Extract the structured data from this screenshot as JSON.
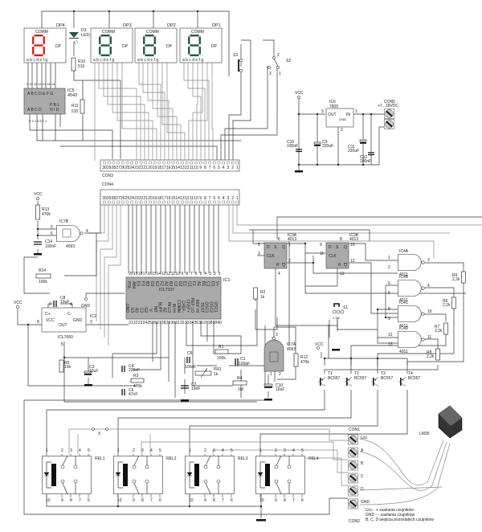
{
  "displays": [
    {
      "id": "DP4",
      "comm": "COMM",
      "dp": "DP",
      "segs": "a b c d e f g",
      "color": "#d42020"
    },
    {
      "id": "DP3",
      "comm": "COMM",
      "dp": "DP",
      "segs": "a b c d e f g",
      "color": "#1e5a3c"
    },
    {
      "id": "DP2",
      "comm": "COMM",
      "dp": "DP",
      "segs": "a b c d e f g",
      "color": "#1e5a3c"
    },
    {
      "id": "DP1",
      "comm": "COMM",
      "dp": "DP",
      "segs": "a b c d e f g",
      "color": "#1e5a3c"
    }
  ],
  "led": {
    "id": "D1",
    "type": "LED"
  },
  "ic5": {
    "id": "IC5",
    "type": "4543",
    "outputs": "A B C D E F G",
    "inputs": "A B C D",
    "ctrl_top": "P B L",
    "ctrl_bottom": "H I D",
    "pins_top": "9 10 11 12 13 15 14",
    "pins_bottom": "5 3 2 4   6 7 1"
  },
  "r10": {
    "id": "R10",
    "value": "510"
  },
  "r11": {
    "id": "R11",
    "value": "510"
  },
  "s3": {
    "id": "S3"
  },
  "s2": {
    "id": "S2",
    "pins": [
      "2",
      "3",
      "1"
    ]
  },
  "con3": {
    "id": "CON3",
    "pins": [
      "30",
      "29",
      "28",
      "27",
      "26",
      "25",
      "24",
      "23",
      "22",
      "21",
      "20",
      "19",
      "18",
      "17",
      "16",
      "15",
      "14",
      "13",
      "12",
      "11",
      "10",
      "9",
      "8",
      "7",
      "6",
      "5",
      "4",
      "3",
      "2",
      "1"
    ]
  },
  "con4": {
    "id": "CON4",
    "pins": [
      "30",
      "29",
      "28",
      "27",
      "26",
      "25",
      "24",
      "23",
      "22",
      "21",
      "20",
      "19",
      "18",
      "17",
      "16",
      "15",
      "14",
      "13",
      "12",
      "11",
      "10",
      "9",
      "8",
      "7",
      "6",
      "5",
      "4",
      "3",
      "2",
      "1"
    ]
  },
  "regulator": {
    "vcc": "VCC",
    "id": "IC6",
    "type": "7805",
    "out": "OUT",
    "in": "IN",
    "gnd": "GND",
    "pin_out": "3",
    "pin_in": "1",
    "pin_gnd": "2",
    "c15": {
      "id": "C15",
      "value": "100nF"
    },
    "c9": {
      "id": "C9",
      "value": "220uF"
    },
    "c11": {
      "id": "C11",
      "value": "220uF"
    },
    "c12": {
      "id": "C12",
      "value": "100nF"
    },
    "con5": {
      "id": "CON5",
      "label": "+7...18VDC"
    }
  },
  "osc": {
    "vcc": "VCC",
    "r13": {
      "id": "R13",
      "value": "470k"
    },
    "ic7b": {
      "id": "IC7B",
      "type": "4093",
      "pins": [
        "5",
        "6",
        "4"
      ]
    },
    "c14": {
      "id": "C14",
      "value": "100nF"
    },
    "r14": {
      "id": "R14",
      "value": "100k"
    }
  },
  "icl7107": {
    "id": "IC1",
    "type": "ICL7107",
    "top_pins": [
      "20",
      "19",
      "18",
      "17",
      "16",
      "15",
      "14",
      "13",
      "12",
      "11",
      "10",
      "9",
      "8",
      "7",
      "6",
      "5",
      "4",
      "3",
      "2",
      "1"
    ],
    "top_names": [
      "POL",
      "AB4",
      "E3",
      "F3",
      "B3",
      "D3",
      "E2",
      "F2",
      "A2",
      "B2",
      "C2",
      "D2",
      "E1",
      "G1",
      "F1",
      "A1",
      "B1",
      "C1",
      "D1",
      "V+"
    ],
    "bottom_pins": [
      "21",
      "22",
      "23",
      "24",
      "25",
      "26",
      "27",
      "28",
      "29",
      "30",
      "31",
      "32",
      "33",
      "34",
      "35",
      "36",
      "37",
      "38",
      "39",
      "40"
    ],
    "bottom_names": [
      "GND",
      "G3",
      "A3",
      "C3",
      "G2",
      "V-",
      "INT",
      "BUFF",
      "AZ",
      "IN LO",
      "IN HI",
      "COMM",
      "CREF-",
      "CREF+",
      "REF LO",
      "REF HI",
      "TEST",
      "OSC3",
      "OSC2",
      "OSC1"
    ]
  },
  "ic2": {
    "id": "IC2",
    "type": "ICL7660",
    "vcc": "VCC",
    "cplus": "C+",
    "cminus": "C-",
    "gnd": "GND",
    "out": "OUT",
    "pins": [
      "2",
      "4",
      "8",
      "3",
      "5"
    ],
    "vcc_label": "VCC",
    "gnd_label": "GND"
  },
  "c8": {
    "id": "C8",
    "value": "10uF"
  },
  "passives": {
    "r5": {
      "id": "R5",
      "value": "10k"
    },
    "c3": {
      "id": "C3",
      "value": "10uF"
    },
    "c4": {
      "id": "C4",
      "value": "220nF"
    },
    "r3": {
      "id": "R3",
      "value": "470k"
    },
    "c6": {
      "id": "C6",
      "value": "47nF"
    },
    "c5": {
      "id": "C5",
      "value": "100nF"
    },
    "c7": {
      "id": "C7",
      "value": "10nF"
    },
    "r1": {
      "id": "R1",
      "value": "100k"
    },
    "c1": {
      "id": "C1",
      "value": "100pF"
    },
    "pr1": {
      "id": "PR1",
      "value": "1k"
    },
    "r4": {
      "id": "R4",
      "value": "1M"
    },
    "r2": {
      "id": "R2",
      "value": "1k"
    },
    "r12": {
      "id": "R12",
      "value": "470k"
    },
    "c10": {
      "id": "C10",
      "value": "10uF"
    }
  },
  "ic7a": {
    "id": "IC7A",
    "type": "4093",
    "pins": [
      "3",
      "1",
      "2"
    ]
  },
  "flipflops": [
    {
      "id": "IC3A",
      "type": "4013",
      "d": "D",
      "s": "S",
      "q": "Q",
      "clk": "CLK",
      "r": "R",
      "nq": "Q",
      "pins": [
        "5",
        "6",
        "1",
        "3",
        "2",
        "4"
      ]
    },
    {
      "id": "IC3B",
      "type": "4013",
      "d": "D",
      "s": "S",
      "q": "Q",
      "clk": "CLK",
      "r": "R",
      "nq": "Q",
      "pins": [
        "9",
        "8",
        "13",
        "11",
        "12",
        "10"
      ]
    }
  ],
  "gates": [
    {
      "id": "IC4A",
      "type": "4011",
      "pins": [
        "1",
        "2",
        "3"
      ]
    },
    {
      "id": "IC4B",
      "type": "4011",
      "pins": [
        "5",
        "6",
        "4"
      ]
    },
    {
      "id": "IC4C",
      "type": "4011",
      "pins": [
        "8",
        "9",
        "10"
      ]
    },
    {
      "id": "IC4D",
      "type": "4011",
      "pins": [
        "12",
        "13",
        "11"
      ]
    }
  ],
  "gate_resistors": [
    {
      "id": "R9",
      "value": "2,2k"
    },
    {
      "id": "R6",
      "value": "2,2k"
    },
    {
      "id": "R7",
      "value": "2,2k"
    },
    {
      "id": "R8",
      "value": "2,2k"
    }
  ],
  "s1": {
    "id": "S1",
    "pins": "1 2 3"
  },
  "transistors": {
    "vcc": "VCC",
    "items": [
      {
        "id": "T1",
        "type": "BC557"
      },
      {
        "id": "T2",
        "type": "BC557"
      },
      {
        "id": "T3",
        "type": "BC557"
      },
      {
        "id": "T4",
        "type": "BC557"
      }
    ]
  },
  "relays": {
    "x_label": "X",
    "top_pins": [
      "1",
      "2",
      "3",
      "4",
      "5"
    ],
    "bottom_pins": [
      "10",
      "9",
      "8",
      "7",
      "6"
    ],
    "items": [
      {
        "id": "REL1"
      },
      {
        "id": "REL2"
      },
      {
        "id": "REL3"
      },
      {
        "id": "REL4"
      }
    ]
  },
  "connector": {
    "con1": "CON1",
    "con2": "CON2",
    "terminals": [
      "Ucc",
      "A",
      "B",
      "C",
      "D",
      "GND"
    ],
    "sensor": "LM35",
    "legend": [
      "Ucc  - + zasilania czujników",
      "GND  - - zasilania czujników",
      "B, C, D  wejścia pozostałych czujników"
    ]
  }
}
